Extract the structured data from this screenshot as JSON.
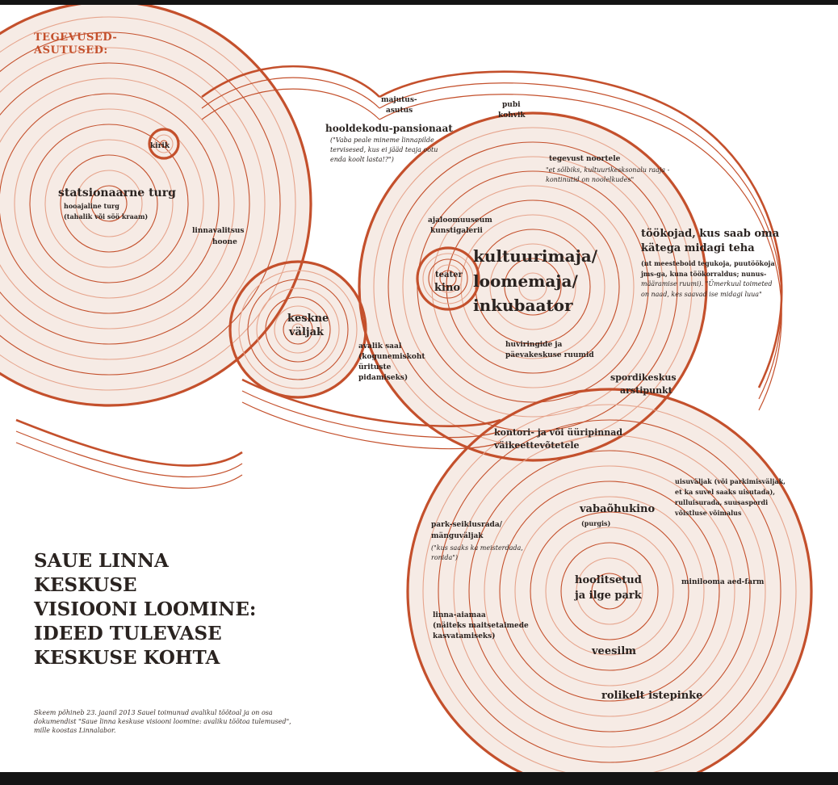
{
  "colors": {
    "ring": "#c4502c",
    "ring_light": "#e6a48c",
    "bubble_fill": "#f6ebe5",
    "background": "#ffffff"
  },
  "legend": {
    "title_line1": "TEGEVUSED-",
    "title_line2": "ASUTUSED:"
  },
  "title": "SAUE LINNA\nKESKUSE\nVISIOONI LOOMINE:\nIDEED TULEVASE\nKESKUSE KOHTA",
  "caption": "Skeem põhineb 23. jaanil 2013 Sauel toimunud avalikul töötoal ja on osa dokumendist \"Saue linna keskuse visiooni loomine: avaliku töötoa tulemused\", mille koostas Linnalabor.",
  "labels": {
    "kirik": "kirik",
    "statsionaarne_turg": "statsionaarne turg",
    "turg_sub1": "hooajaline turg",
    "turg_sub2": "(tahalik või söö kraam)",
    "linnavalitsus": "linnavalitsus",
    "hoone": "hoone",
    "majutusasutus1": "majutus-",
    "majutusasutus2": "asutus",
    "pubi": "pubi",
    "kohvik": "kohvik",
    "hooldekodu": "hooldekodu-pansionaat",
    "hooldekodu_q1": "(\"Vaba peale mineme linnapilde",
    "hooldekodu_q2": "tervisesed, kus ei jääd teaja ootu",
    "hooldekodu_q3": "enda koolt lasta!?\")",
    "tegevust1": "tegevust noortele",
    "tegevust2": "\"et sõlbiks, kultuurikesksonalu raaja -",
    "tegevust3": "kontinutid on noolelkudes\"",
    "ajaloomuuseum1": "ajaloomuuseum",
    "ajaloomuuseum2": "kunstigalerii",
    "teater": "teater",
    "kino": "kino",
    "kultuurimaja1": "kultuurimaja/",
    "kultuurimaja2": "loomemaja/",
    "kultuurimaja3": "inkubaator",
    "tookojad1": "töökojad, kus saab oma",
    "tookojad2": "kätega midagi teha",
    "tookojad3": "(nt meesteboid tegukoja, puutöökoja",
    "tookojad4": "jms-ga, kuna töökorraldus; nunus-",
    "tookojad5": "määramise ruumi). \"Ümerkuul toimeted",
    "tookojad6": "on naad, kes saavad ise midagi luua\"",
    "keskne1": "keskne",
    "keskne2": "väljak",
    "avalik1": "avalik saal",
    "avalik2": "(kogunemiskoht",
    "avalik3": "ürituste",
    "avalik4": "pidamiseks)",
    "huviringide1": "huviringide ja",
    "huviringide2": "päevakeskuse ruumid",
    "spordikeskus": "spordikeskus",
    "arstipunkt": "arstipunkt",
    "kontori1": "kontori- ja või üüripinnad",
    "kontori2": "väikeettevõtetele",
    "vabaohukino": "vabaõhukino",
    "purgis": "(purgis)",
    "uisu1": "uisuväljak (või parkimisväljak,",
    "uisu2": "et ka suvel saaks uisutada),",
    "uisu3": "rulluisurada, suusaspordi",
    "uisu4": "võistluse võimalus",
    "park1": "park-seiklusrada/",
    "park2": "mänguväljak",
    "park3": "(\"kus saaks ka meisterdada,",
    "park4": "ronida\")",
    "hoolitsetud1": "hoolitsetud",
    "hoolitsetud2": "ja ilge park",
    "minifarm": "minilooma aed-farm",
    "linnaaiamaa1": "linna-aiamaa",
    "linnaaiamaa2": "(näiteks maitsetaimede",
    "linnaaiamaa3": "kasvatamiseks)",
    "veesilm": "veesilm",
    "rolikelt": "rolikelt istepinke"
  }
}
